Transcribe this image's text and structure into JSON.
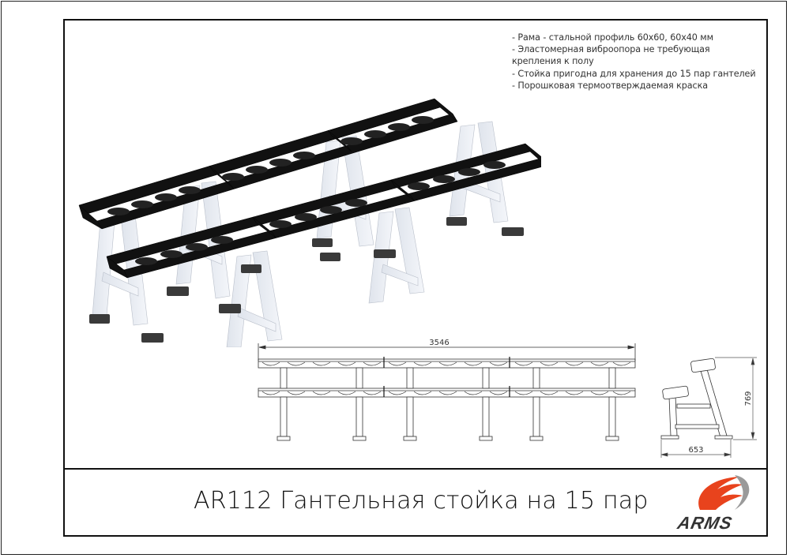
{
  "document": {
    "title": "AR112 Гантельная стойка на 15 пар",
    "model": "AR112"
  },
  "specs": {
    "lines": [
      "- Рама - стальной профиль 60х60, 60х40 мм",
      "- Эластомерная виброопора не требующая",
      "крепления к полу",
      "- Стойка пригодна для хранения до 15 пар гантелей",
      "- Порошковая термоотверждаемая краска"
    ]
  },
  "drawings": {
    "front": {
      "width_label": "3546",
      "unit": "mm"
    },
    "side": {
      "depth_label": "653",
      "height_label": "769",
      "unit": "mm"
    }
  },
  "logo": {
    "text": "ARMS",
    "icon": "arms-swoosh-logo-icon",
    "colors": {
      "primary": "#e8431d",
      "secondary": "#9a9a9a",
      "text": "#333333"
    }
  },
  "colors": {
    "frame": "#111111",
    "rack_black": "#111111",
    "leg_white": "#e9edf3",
    "leg_shade": "#c9ced8",
    "foot": "#3a3a3a"
  }
}
